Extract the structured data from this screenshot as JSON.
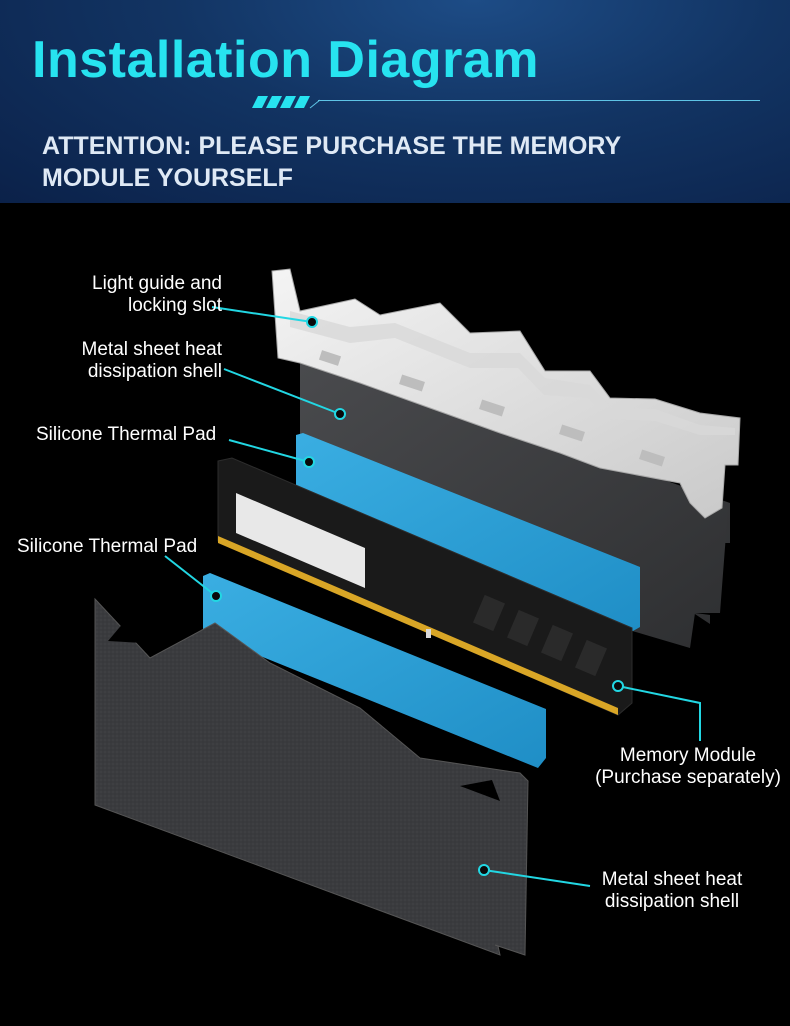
{
  "header": {
    "title": "Installation Diagram",
    "attention_line1": "ATTENTION: PLEASE PURCHASE THE MEMORY",
    "attention_line2": "MODULE YOURSELF"
  },
  "labels": {
    "light_guide_line1": "Light guide and",
    "light_guide_line2": "locking slot",
    "metal_shell_top_line1": "Metal sheet heat",
    "metal_shell_top_line2": "dissipation shell",
    "thermal_pad_top": "Silicone Thermal Pad",
    "thermal_pad_bottom": "Silicone Thermal Pad",
    "memory_module_line1": "Memory Module",
    "memory_module_line2": "(Purchase separately)",
    "metal_shell_bottom_line1": "Metal sheet heat",
    "metal_shell_bottom_line2": "dissipation shell"
  },
  "colors": {
    "title": "#27e3f0",
    "accent_line": "#22d7e3",
    "thermal_pad": "#2d9fd6",
    "shell": "#3c3d40",
    "header_bg": "#123463"
  }
}
